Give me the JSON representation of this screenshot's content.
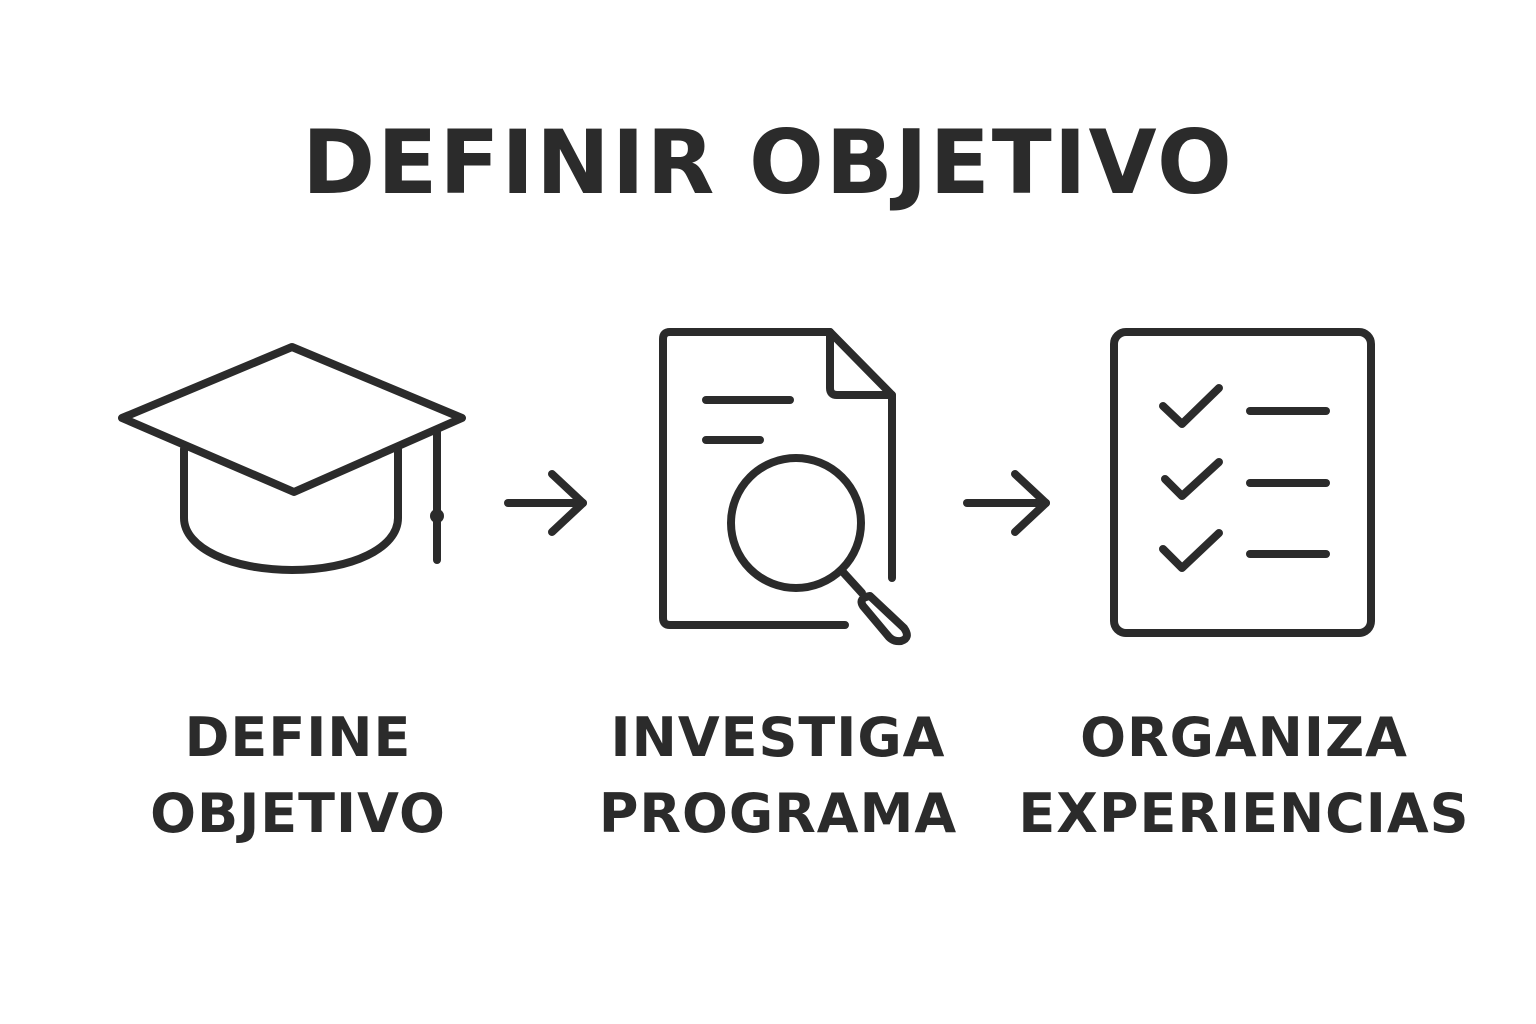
{
  "title": "DEFINIR OBJETIVO",
  "colors": {
    "stroke": "#2b2b2b",
    "background": "#ffffff"
  },
  "steps": [
    {
      "icon": "graduation-cap-icon",
      "label_line1": "DEFINE",
      "label_line2": "OBJETIVO"
    },
    {
      "icon": "document-search-icon",
      "label_line1": "INVESTIGA",
      "label_line2": "PROGRAMA"
    },
    {
      "icon": "checklist-icon",
      "label_line1": "ORGANIZA",
      "label_line2": "EXPERIENCIAS"
    }
  ],
  "connectors": [
    {
      "icon": "arrow-right-icon"
    },
    {
      "icon": "arrow-right-icon"
    }
  ]
}
